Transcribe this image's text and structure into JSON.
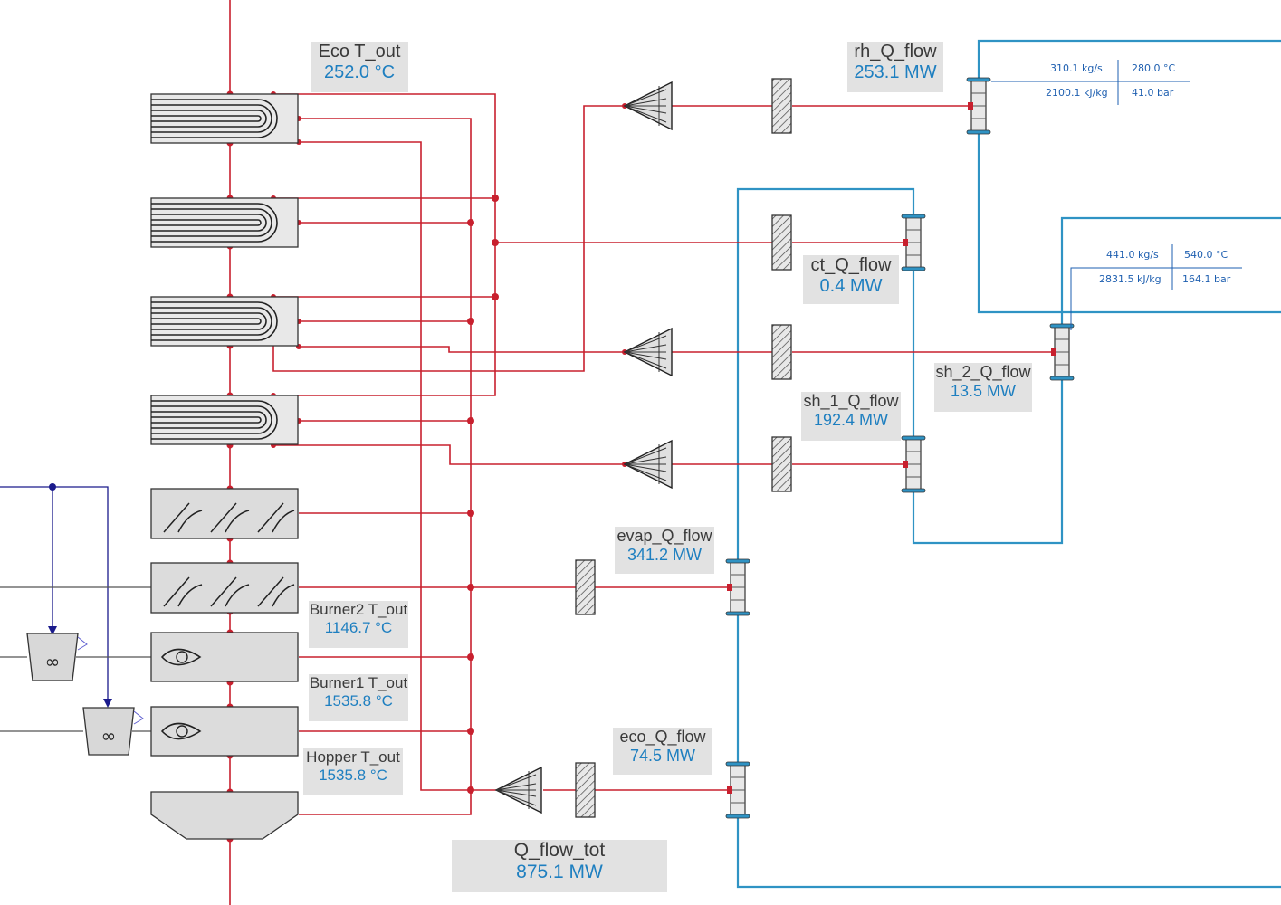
{
  "labels": {
    "eco_t_out": {
      "name": "Eco T_out",
      "value": "252.0 °C"
    },
    "rh_q_flow": {
      "name": "rh_Q_flow",
      "value": "253.1 MW"
    },
    "ct_q_flow": {
      "name": "ct_Q_flow",
      "value": "0.4 MW"
    },
    "sh_2_q_flow": {
      "name": "sh_2_Q_flow",
      "value": "13.5 MW"
    },
    "sh_1_q_flow": {
      "name": "sh_1_Q_flow",
      "value": "192.4 MW"
    },
    "evap_q_flow": {
      "name": "evap_Q_flow",
      "value": "341.2 MW"
    },
    "burner2_t_out": {
      "name": "Burner2 T_out",
      "value": "1146.7 °C"
    },
    "burner1_t_out": {
      "name": "Burner1 T_out",
      "value": "1535.8 °C"
    },
    "hopper_t_out": {
      "name": "Hopper T_out",
      "value": "1535.8 °C"
    },
    "eco_q_flow": {
      "name": "eco_Q_flow",
      "value": "74.5 MW"
    },
    "q_flow_tot": {
      "name": "Q_flow_tot",
      "value": "875.1 MW"
    }
  },
  "annotations": {
    "top": {
      "r1c1": "310.1 kg/s",
      "r1c2": "280.0 °C",
      "r2c1": "2100.1 kJ/kg",
      "r2c2": "41.0 bar"
    },
    "mid": {
      "r1c1": "441.0 kg/s",
      "r1c2": "540.0 °C",
      "r2c1": "2831.5 kJ/kg",
      "r2c2": "164.1 bar"
    }
  },
  "colors": {
    "flue_gas": "#c8202e",
    "water_steam": "#2f93c4",
    "signal": "#1a1a8c",
    "component_fill": "#dddddd",
    "value_text": "#1e7fc0"
  },
  "icons": [
    "tube-bundle-icon",
    "evaporator-icon",
    "burner-flame-icon",
    "hopper-icon",
    "heat-transfer-cone-icon",
    "heat-flow-sensor-icon",
    "pipe-segment-icon",
    "mass-flow-source-icon"
  ]
}
